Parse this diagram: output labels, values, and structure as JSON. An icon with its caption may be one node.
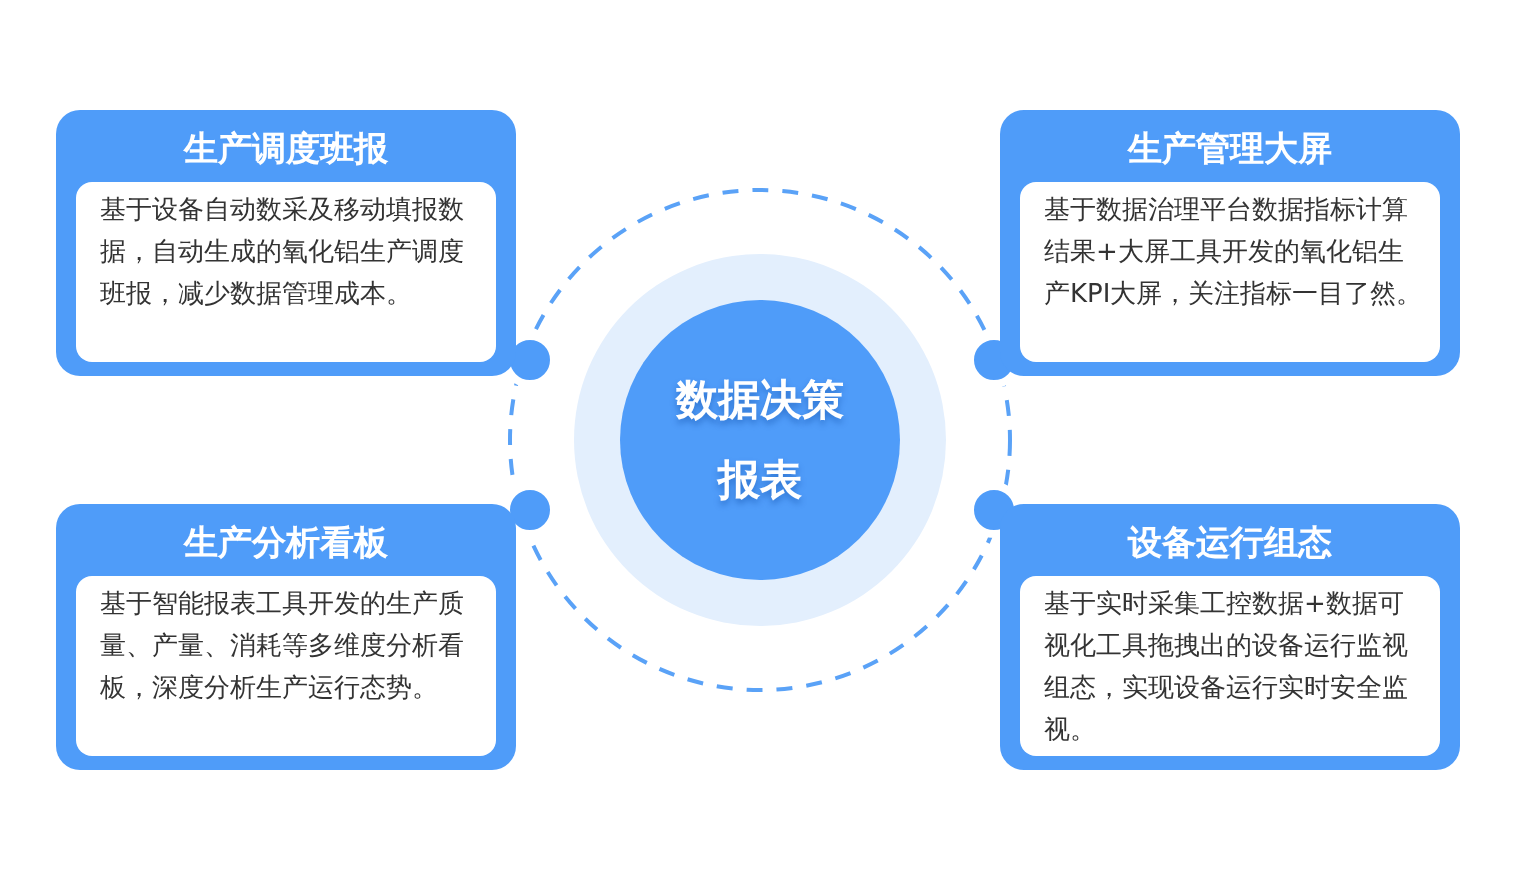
{
  "diagram": {
    "nodes": [
      {
        "text": [
          "数据决策报表"
        ]
      },
      {
        "text": [
          "生产调度班报",
          "基于设备自动数采及移动填报数据，自动生成的氧化铝生产调度班报，减少数据管理成本。"
        ]
      },
      {
        "text": [
          "生产管理大屏",
          "基于数据治理平台数据指标计算结果+大屏工具开发的氧化铝生产KPI大屏，关注指标一目了然。"
        ]
      },
      {
        "text": [
          "生产分析看板",
          "基于智能报表工具开发的生产质量、产量、消耗等多维度分析看板，深度分析生产运行态势。"
        ]
      },
      {
        "text": [
          "设备运行组态",
          "基于实时采集工控数据+数据可视化工具拖拽出的设备运行监视组态，实现设备运行实时安全监视。"
        ]
      }
    ]
  }
}
